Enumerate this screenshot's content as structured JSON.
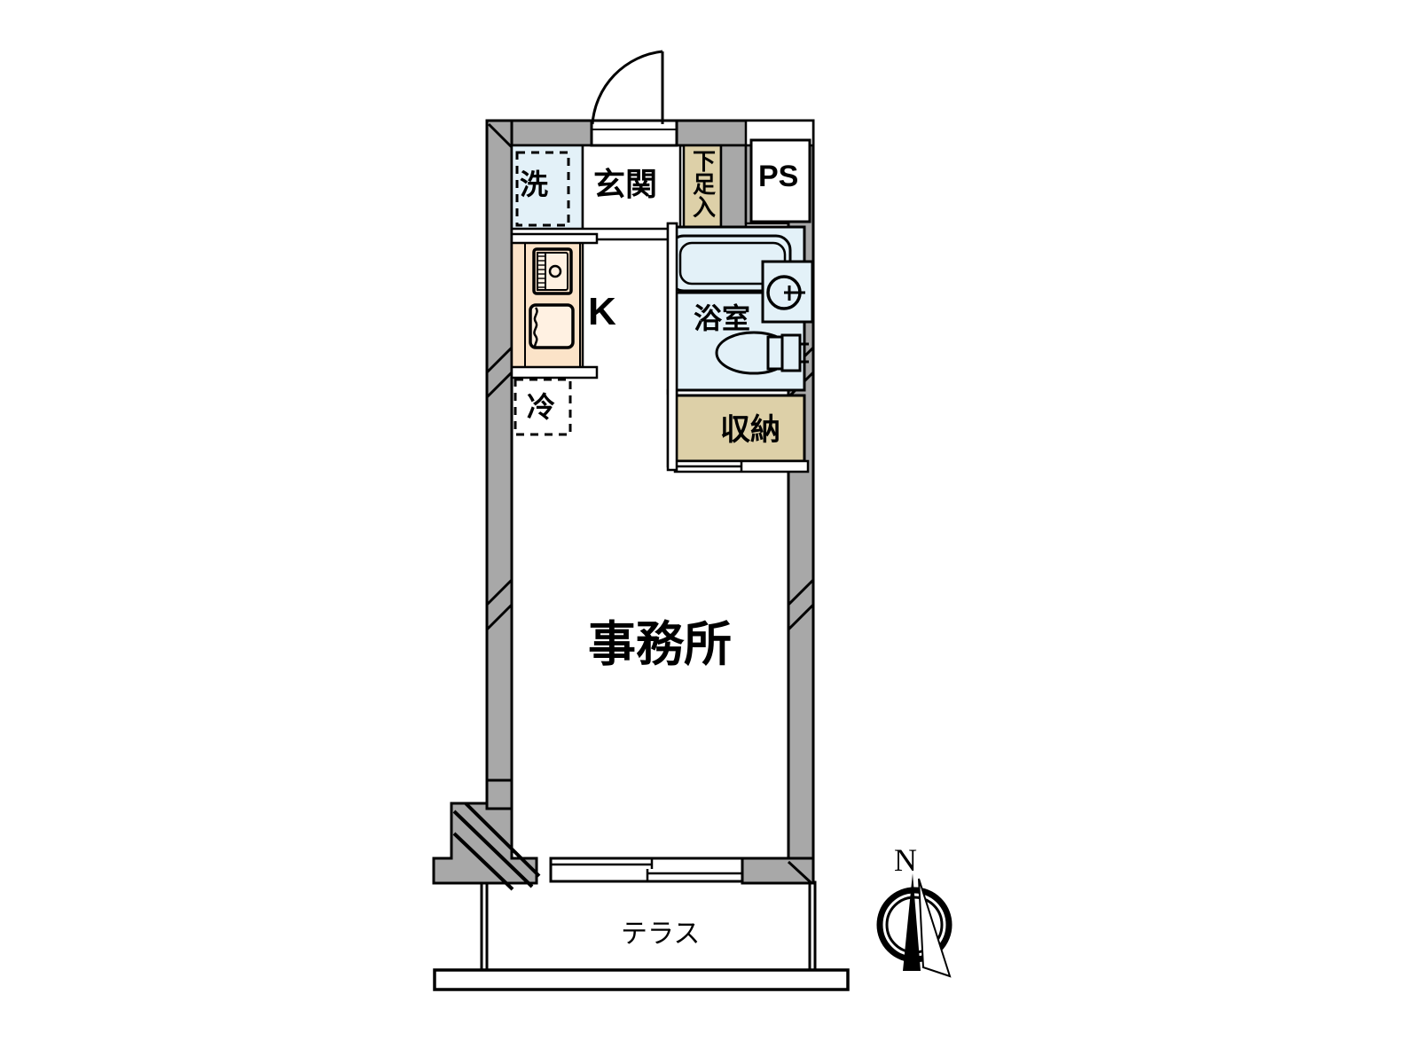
{
  "plan": {
    "type": "apartment-floor-plan",
    "title_text_present": false,
    "rooms": [
      {
        "key": "washer",
        "label": "洗",
        "kind": "washing-machine-space",
        "fill": "#e3f1f8",
        "border": "dashed"
      },
      {
        "key": "genkan",
        "label": "玄関",
        "kind": "entrance-hall",
        "fill": "#ffffff",
        "border": "solid"
      },
      {
        "key": "shoebox",
        "label": "下足入",
        "kind": "shoe-cabinet",
        "fill": "#ddd0a8",
        "border": "solid",
        "orientation": "vertical"
      },
      {
        "key": "ps",
        "label": "PS",
        "kind": "pipe-shaft",
        "fill": "#ffffff",
        "border": "solid"
      },
      {
        "key": "kitchen",
        "label": "K",
        "kind": "kitchen",
        "fill": "#fbe3c8",
        "border": "solid"
      },
      {
        "key": "fridge",
        "label": "冷",
        "kind": "refrigerator-space",
        "fill": "#ffffff",
        "border": "dashed"
      },
      {
        "key": "bath",
        "label": "浴室",
        "kind": "bathroom-unit",
        "fill": "#e3f1f8",
        "border": "solid"
      },
      {
        "key": "closet",
        "label": "収納",
        "kind": "storage-closet",
        "fill": "#ddd0a8",
        "border": "solid"
      },
      {
        "key": "office",
        "label": "事務所",
        "kind": "main-room-office",
        "fill": "#ffffff",
        "border": "solid"
      },
      {
        "key": "terrace",
        "label": "テラス",
        "kind": "terrace",
        "fill": "#ffffff",
        "border": "solid"
      }
    ],
    "compass": {
      "label": "N",
      "direction": "north-up"
    },
    "colors": {
      "wall_fill": "#a8a8a8",
      "wall_stroke": "#000000",
      "water_fill": "#e3f1f8",
      "kitchen_fill": "#fbe3c8",
      "wood_fill": "#ddd0a8",
      "background": "#ffffff",
      "text": "#000000"
    },
    "fixtures": [
      {
        "key": "stove",
        "name": "gas-stove"
      },
      {
        "key": "sink",
        "name": "kitchen-sink"
      },
      {
        "key": "bathtub",
        "name": "bathtub"
      },
      {
        "key": "basin",
        "name": "wash-basin"
      },
      {
        "key": "toilet",
        "name": "toilet"
      },
      {
        "key": "door",
        "name": "entrance-door-swing"
      },
      {
        "key": "sliding",
        "name": "sliding-glass-door"
      }
    ]
  }
}
